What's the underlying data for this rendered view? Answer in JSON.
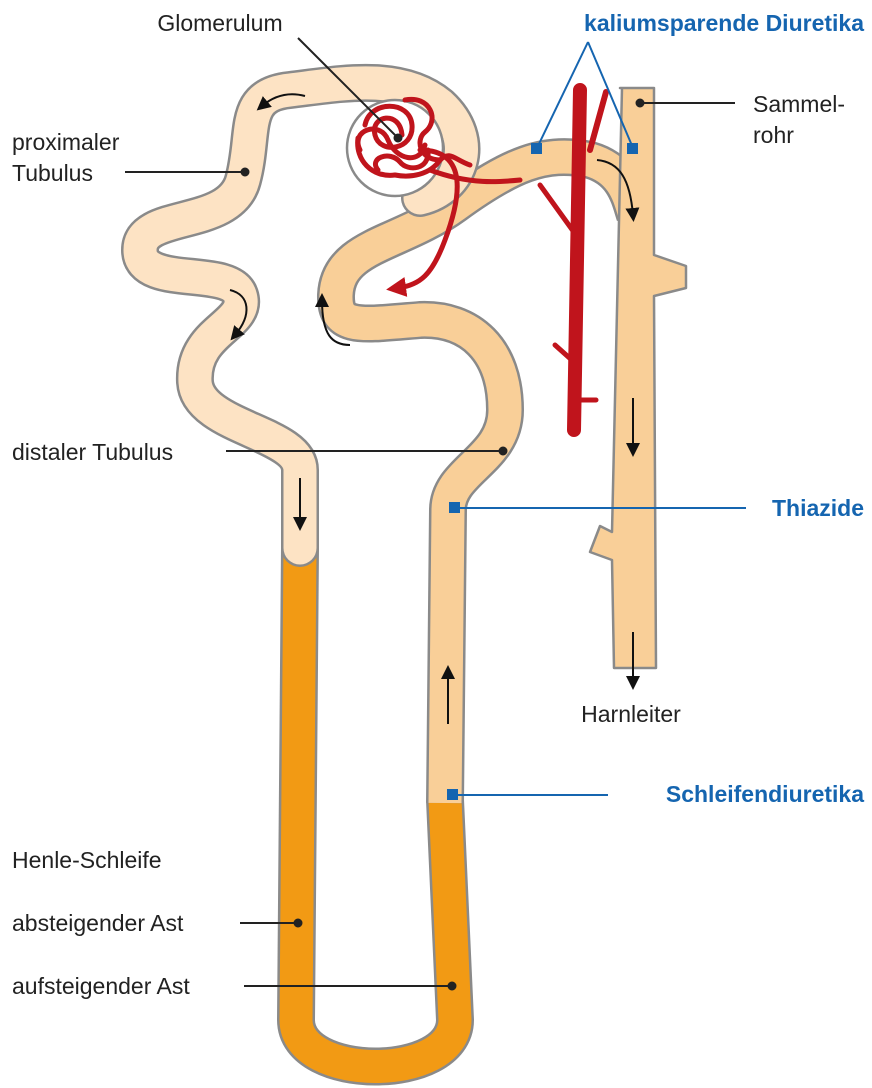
{
  "colors": {
    "tubule_light": "#fde3c4",
    "tubule_mid": "#f9cf98",
    "henle_descending": "#f29a14",
    "outline": "#8a8a8a",
    "vessel": "#c0141c",
    "drug_label": "#1565b0",
    "text": "#222222"
  },
  "labels": {
    "glomerulum": "Glomerulum",
    "proximal_line1": "proximaler",
    "proximal_line2": "Tubulus",
    "distal": "distaler Tubulus",
    "collecting_line1": "Sammel-",
    "collecting_line2": "rohr",
    "ureter": "Harnleiter",
    "henle": "Henle-Schleife",
    "descending": "absteigender Ast",
    "ascending": "aufsteigender Ast"
  },
  "drugs": {
    "potassium_sparing": "kaliumsparende Diuretika",
    "thiazide": "Thiazide",
    "loop": "Schleifendiuretika"
  },
  "icons": {
    "flow_arrow": "arrow-icon",
    "marker": "square-marker-icon"
  }
}
